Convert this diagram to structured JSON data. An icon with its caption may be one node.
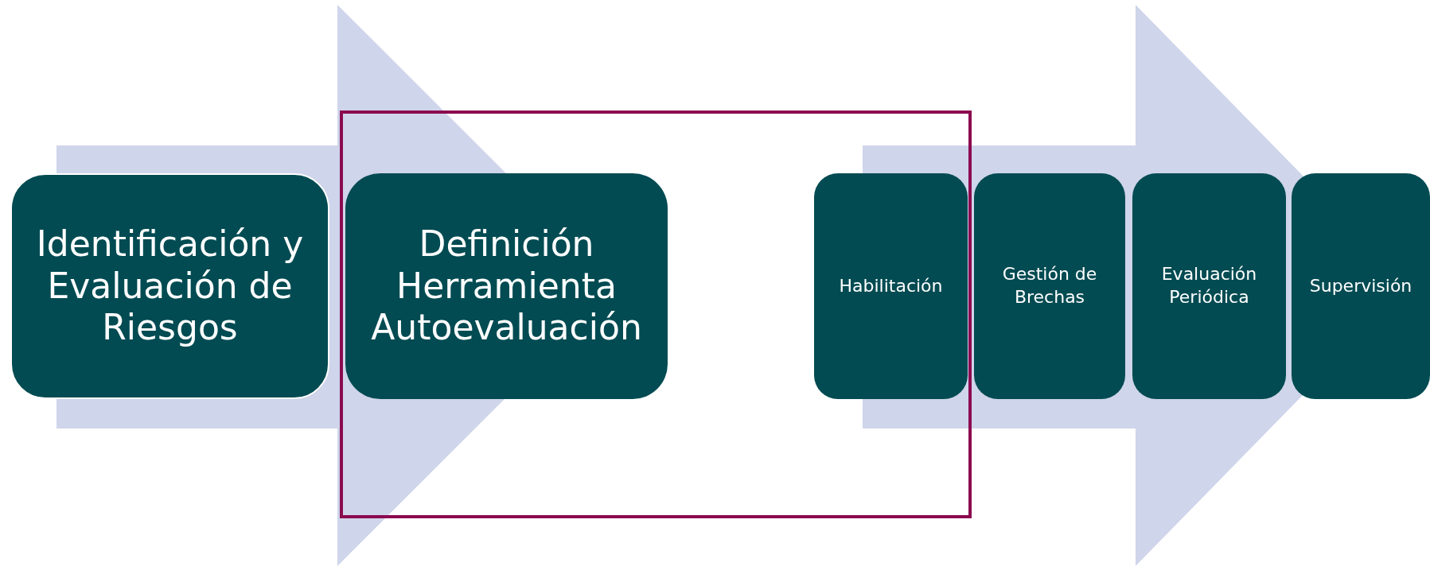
{
  "diagram": {
    "nodes": [
      {
        "text": [
          "Identificación y Evaluación de Riesgos"
        ]
      },
      {
        "text": [
          "Definición Herramienta Autoevaluación"
        ]
      },
      {
        "text": [
          "Habilitación"
        ]
      },
      {
        "text": [
          "Gestión de Brechas"
        ]
      },
      {
        "text": [
          "Evaluación Periódica"
        ]
      },
      {
        "text": [
          "Supervisión"
        ]
      }
    ],
    "edges": [
      {
        "from": 0,
        "to": 1,
        "arrow": "to"
      },
      {
        "from": 2,
        "to": 5,
        "arrow": "to"
      }
    ]
  }
}
